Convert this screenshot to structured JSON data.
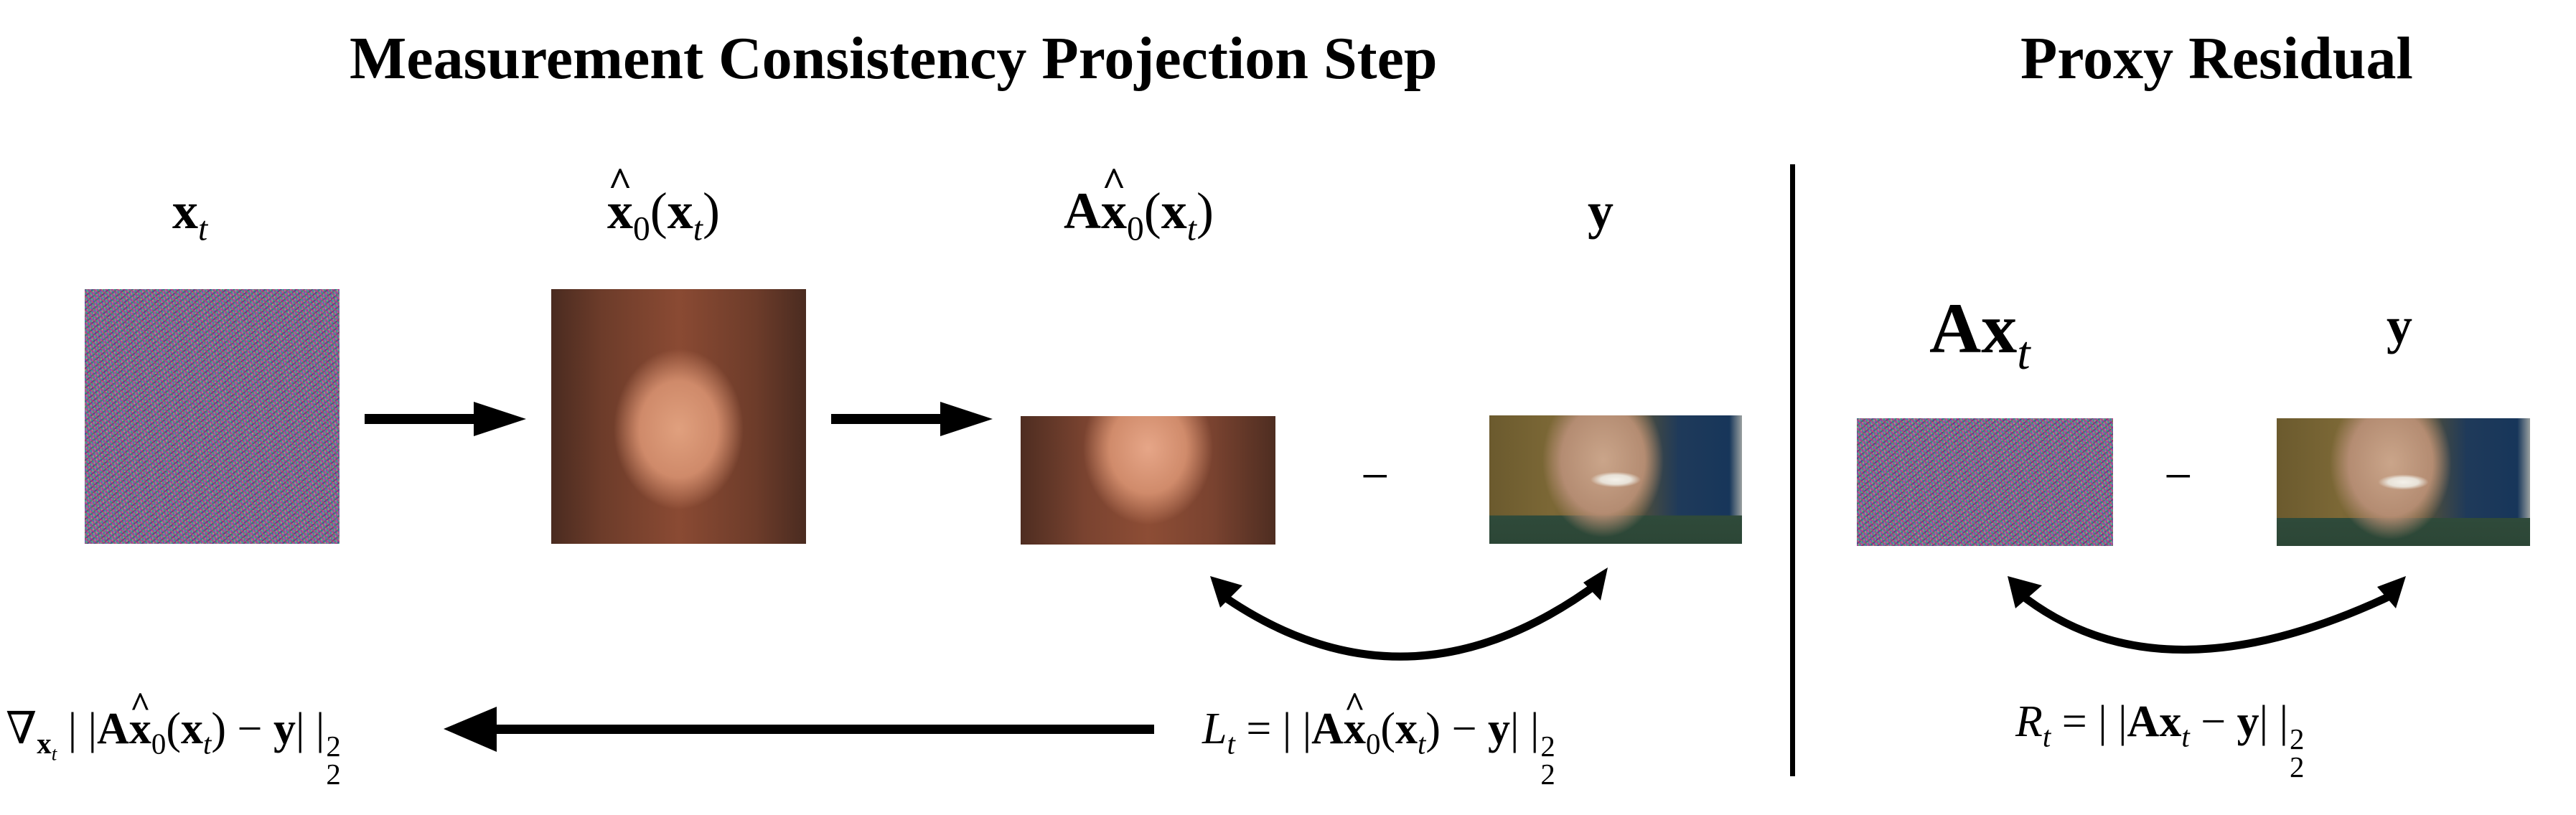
{
  "titles": {
    "left": "Measurement Consistency Projection Step",
    "right": "Proxy Residual"
  },
  "labels": {
    "xt": {
      "base": "x",
      "sub": "t"
    },
    "x0hat": {
      "base": "x",
      "sub0": "0",
      "open": "(",
      "arg": "x",
      "argsub": "t",
      "close": ")"
    },
    "Ax0hat": {
      "A": "A",
      "base": "x",
      "sub0": "0",
      "open": "(",
      "arg": "x",
      "argsub": "t",
      "close": ")"
    },
    "y_mid": "y",
    "Axt": {
      "A": "A",
      "base": "x",
      "sub": "t"
    },
    "y_right": "y"
  },
  "operators": {
    "minus_mid": "−",
    "minus_right": "−"
  },
  "formulas": {
    "gradient": {
      "nabla": "∇",
      "nabla_sub": "x",
      "nabla_subsub": "t",
      "open_norm": "| |",
      "A": "A",
      "xhat": "x",
      "sub0": "0",
      "arg_open": "(",
      "arg": "x",
      "argsub": "t",
      "arg_close": ")",
      "minus": " − ",
      "y": "y",
      "close_norm": "| |",
      "sup": "2",
      "sub": "2"
    },
    "loss": {
      "lhs": "L",
      "lhs_sub": "t",
      "eq": " = ",
      "open_norm": "| |",
      "A": "A",
      "xhat": "x",
      "sub0": "0",
      "arg_open": "(",
      "arg": "x",
      "argsub": "t",
      "arg_close": ")",
      "minus": " − ",
      "y": "y",
      "close_norm": "| |",
      "sup": "2",
      "sub": "2"
    },
    "residual": {
      "lhs": "R",
      "lhs_sub": "t",
      "eq": " = ",
      "open_norm": "| |",
      "A": "A",
      "x": "x",
      "xsub": "t",
      "minus": " − ",
      "y": "y",
      "close_norm": "| |",
      "sup": "2",
      "sub": "2"
    }
  },
  "images": {
    "noise_xt": "gaussian-noise-image",
    "x0hat": "blurry-face-estimate",
    "Ax0hat": "cropped-blurry-face",
    "y_mid": "measurement-face-crop",
    "Axt": "cropped-noise-image",
    "y_right": "measurement-face-crop"
  },
  "colors": {
    "ink": "#000000",
    "background": "#ffffff"
  }
}
